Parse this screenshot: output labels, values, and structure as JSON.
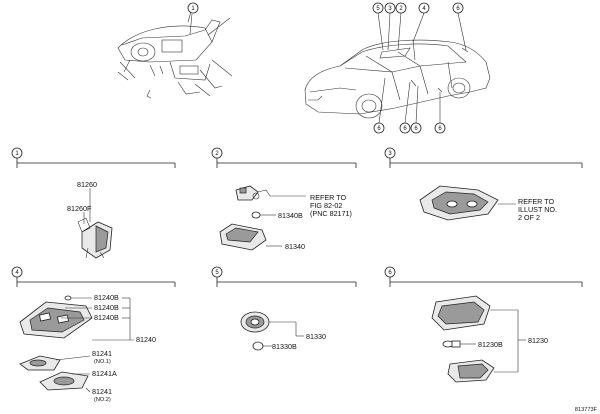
{
  "callouts": {
    "c1": "1",
    "c2": "2",
    "c3": "3",
    "c4": "4",
    "c5": "5",
    "c6": "6"
  },
  "section1": {
    "p81260": "81260",
    "p81260f": "81260F"
  },
  "section2": {
    "refer_line1": "REFER TO",
    "refer_line2": "FIG 82-02",
    "refer_line3": "(PNC 82171)",
    "p81340b": "81340B",
    "p81340": "81340"
  },
  "section3": {
    "refer_line1": "REFER TO",
    "refer_line2": "ILLUST NO.",
    "refer_line3": "2 OF 2"
  },
  "section4": {
    "p81240b_a": "81240B",
    "p81240b_b": "81240B",
    "p81240b_c": "81240B",
    "p81240": "81240",
    "p81241_1": "81241",
    "no1": "(NO.1)",
    "p81241a": "81241A",
    "p81241_2": "81241",
    "no2": "(NO.2)"
  },
  "section5": {
    "p81330": "81330",
    "p81330b": "81330B"
  },
  "section6": {
    "p81230b": "81230B",
    "p81230": "81230"
  },
  "footer": {
    "code": "813773F"
  }
}
